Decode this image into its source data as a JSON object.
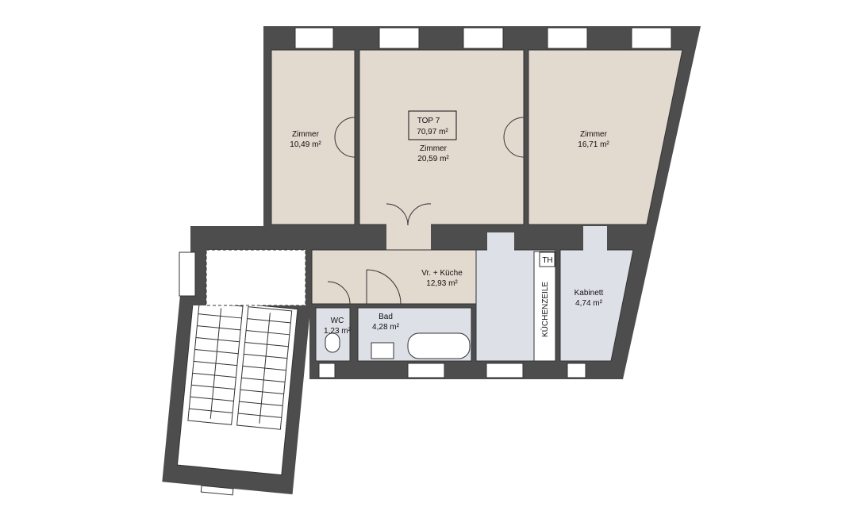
{
  "unit": {
    "label": "TOP 7",
    "area": "70,97 m²"
  },
  "rooms": [
    {
      "name": "Zimmer",
      "area": "10,49 m²"
    },
    {
      "name": "Zimmer",
      "area": "20,59 m²"
    },
    {
      "name": "Zimmer",
      "area": "16,71 m²"
    },
    {
      "name": "Vr. + Küche",
      "area": "12,93 m²"
    },
    {
      "name": "WC",
      "area": "1,23 m²"
    },
    {
      "name": "Bad",
      "area": "4,28 m²"
    },
    {
      "name": "Kabinett",
      "area": "4,74 m²"
    }
  ],
  "kitchen_strip": "KÜCHENZEILE",
  "th_label": "TH",
  "colors": {
    "wall": "#4d4d4d",
    "living": "#e2d9cf",
    "wet": "#dde0e7",
    "white": "#ffffff"
  }
}
